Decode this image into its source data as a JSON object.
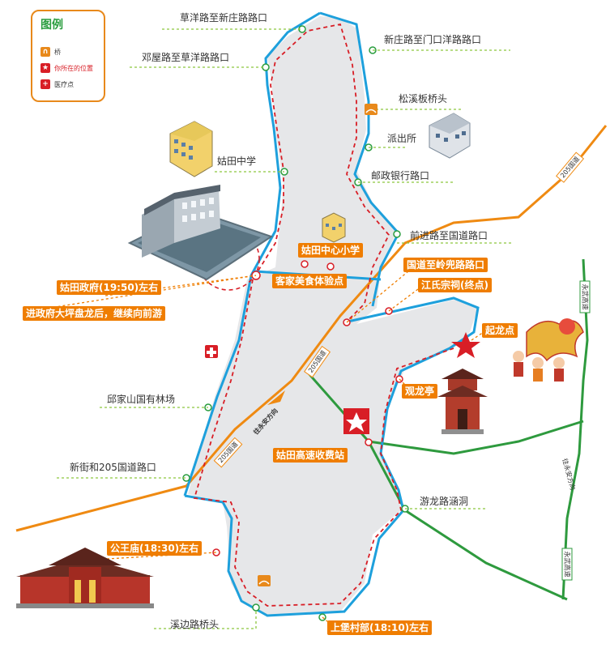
{
  "legend": {
    "title": "图例",
    "items": [
      {
        "label": "桥",
        "icon": "bridge-icon",
        "color": "#e8891b"
      },
      {
        "label": "你所在的位置",
        "icon": "star-icon",
        "color": "#d81e26"
      },
      {
        "label": "医疗点",
        "icon": "medical-cross-icon",
        "color": "#d81e26"
      }
    ]
  },
  "places": {
    "caoyang_xinzhuang": "草洋路至新庄路路口",
    "dengwu_caoyang": "邓屋路至草洋路路口",
    "xinzhuang_menkouyang": "新庄路至门口洋路路口",
    "songxi_bridge": "松溪板桥头",
    "police": "派出所",
    "gutian_middle_school": "姑田中学",
    "post_bank": "邮政银行路口",
    "qianjin_guodao": "前进路至国道路口",
    "qiujiashan_forest": "邱家山国有林场",
    "xinjie_205": "新街和205国道路口",
    "youlong_culvert": "游龙路涵洞",
    "xibian_bridge": "溪边路桥头"
  },
  "tags": {
    "gutian_primary": "姑田中心小学",
    "hakka_food": "客家美食体验点",
    "gutian_gov": "姑田政府(19:50)左右",
    "gov_note": "进政府大坪盘龙后，继续向前游",
    "guodao_linggou": "国道至岭兜路路口",
    "jiang_ancestral": "江氏宗祠(终点)",
    "qilong": "起龙点",
    "guanlong": "观龙亭",
    "toll_station": "姑田高速收费站",
    "gongwang_temple": "公王庙(18:30)左右",
    "shangbao_village": "上堡村部(18:10)左右"
  },
  "roads": {
    "guodao_205_a": "205国道",
    "guodao_205_b": "205国道",
    "guodao_205_c": "205国道",
    "direction_yongan": "往永安方向",
    "yongwu_highway_a": "永武高速",
    "yongwu_highway_b": "永武高速",
    "direction_yongan_b": "往永安方向"
  },
  "colors": {
    "route_blue": "#1ea0dc",
    "parade_red": "#d81e26",
    "guodao_orange": "#ef8a12",
    "highway_green": "#2e9a3e",
    "town_fill": "#e6e7e9",
    "tag_orange": "#ef7d00",
    "label_green": "#8cc63f"
  }
}
